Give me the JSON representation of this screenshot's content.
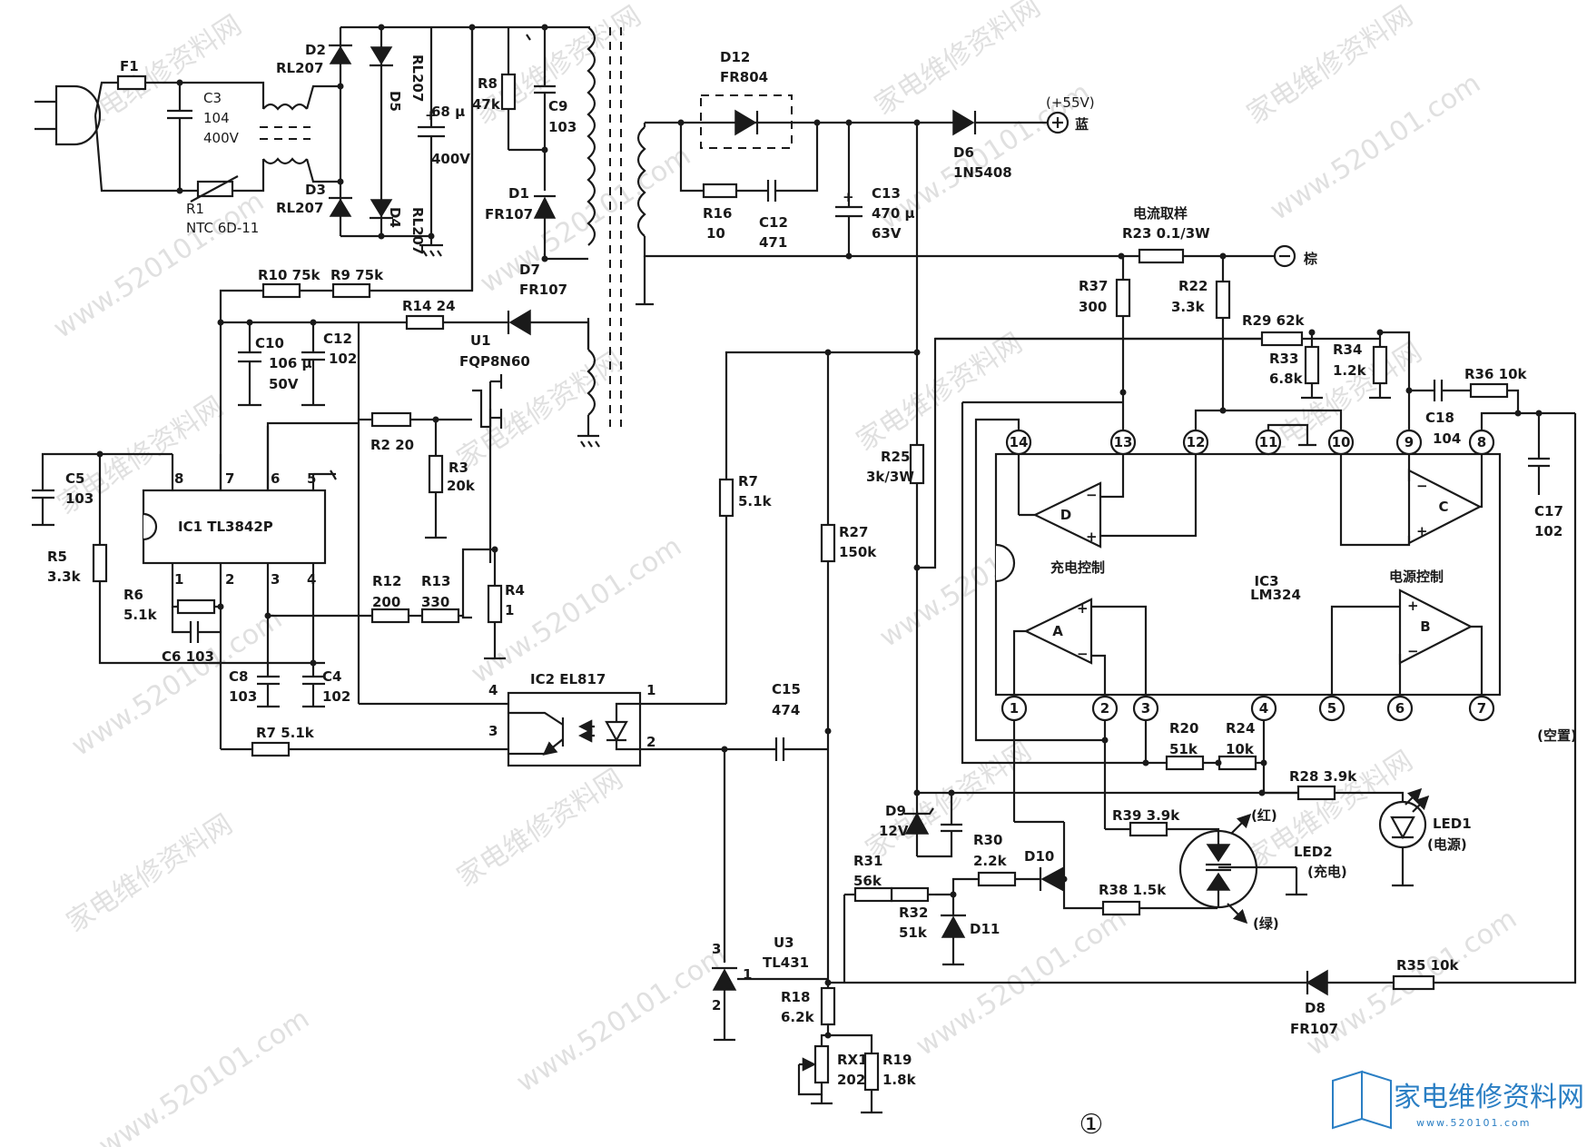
{
  "figure_number": "①",
  "watermark": {
    "chinese": "家电维修资料网",
    "url": "www.520101.com"
  },
  "brand": {
    "name": "家电维修资料网",
    "url": "www.520101.com"
  },
  "components": {
    "F1": "F1",
    "C3": [
      "C3",
      "104",
      "400V"
    ],
    "R1": [
      "R1",
      "NTC 6D-11"
    ],
    "D2": [
      "D2",
      "RL207"
    ],
    "D5": [
      "D5",
      "RL207"
    ],
    "D3": [
      "D3",
      "RL207"
    ],
    "D4": [
      "D4",
      "RL207"
    ],
    "C_bulk": [
      "68 μ",
      "400V"
    ],
    "R8": [
      "R8",
      "47k"
    ],
    "C9": [
      "C9",
      "103"
    ],
    "D1": [
      "D1",
      "FR107"
    ],
    "D12": [
      "D12",
      "FR804"
    ],
    "R16": [
      "R16",
      "10"
    ],
    "C12b": [
      "C12",
      "471"
    ],
    "C13": [
      "C13",
      "470 μ",
      "63V"
    ],
    "D6": [
      "D6",
      "1N5408"
    ],
    "out_pos": [
      "(+55V)",
      "蓝"
    ],
    "out_neg": "棕",
    "current_sense": "电流取样",
    "R23": "R23  0.1/3W",
    "R10": "R10  75k",
    "R9": "R9  75k",
    "R14": "R14  24",
    "D7": [
      "D7",
      "FR107"
    ],
    "C10": [
      "C10",
      "106 μ",
      "50V"
    ],
    "C12a": [
      "C12",
      "102"
    ],
    "U1": [
      "U1",
      "FQP8N60"
    ],
    "R2": "R2  20",
    "R3": [
      "R3",
      "20k"
    ],
    "R4": [
      "R4",
      "1"
    ],
    "C5": [
      "C5",
      "103"
    ],
    "R5": [
      "R5",
      "3.3k"
    ],
    "IC1": "IC1  TL3842P",
    "IC1_pins": [
      "1",
      "2",
      "3",
      "4",
      "5",
      "6",
      "7",
      "8"
    ],
    "R6": [
      "R6",
      "5.1k"
    ],
    "C6": "C6  103",
    "C8": [
      "C8",
      "103"
    ],
    "C4": [
      "C4",
      "102"
    ],
    "R12": [
      "R12",
      "200"
    ],
    "R13": [
      "R13",
      "330"
    ],
    "IC2": "IC2  EL817",
    "IC2_pins": [
      "1",
      "2",
      "3",
      "4"
    ],
    "R7a": "R7  5.1k",
    "R7b": [
      "R7",
      "5.1k"
    ],
    "C15": [
      "C15",
      "474"
    ],
    "R27": [
      "R27",
      "150k"
    ],
    "R25": [
      "R25",
      "3k/3W"
    ],
    "U3": [
      "U3",
      "TL431"
    ],
    "U3_pins": [
      "3",
      "1",
      "2"
    ],
    "R18": [
      "R18",
      "6.2k"
    ],
    "RX1": [
      "RX1",
      "202"
    ],
    "R19": [
      "R19",
      "1.8k"
    ],
    "R37": [
      "R37",
      "300"
    ],
    "R22": [
      "R22",
      "3.3k"
    ],
    "R29": "R29  62k",
    "R33": [
      "R33",
      "6.8k"
    ],
    "R34": [
      "R34",
      "1.2k"
    ],
    "C18": [
      "C18",
      "104"
    ],
    "R36": "R36  10k",
    "C17": [
      "C17",
      "102"
    ],
    "IC3": [
      "IC3",
      "LM324"
    ],
    "IC3_pins": [
      "1",
      "2",
      "3",
      "4",
      "5",
      "6",
      "7",
      "8",
      "9",
      "10",
      "11",
      "12",
      "13",
      "14"
    ],
    "opamps": [
      "A",
      "B",
      "C",
      "D"
    ],
    "charge_ctrl": "充电控制",
    "power_ctrl": "电源控制",
    "unused": "(空置)",
    "R20": [
      "R20",
      "51k"
    ],
    "R24": [
      "R24",
      "10k"
    ],
    "R28": "R28  3.9k",
    "LED1": [
      "LED1",
      "(电源)"
    ],
    "D9": [
      "D9",
      "12V"
    ],
    "R30": [
      "R30",
      "2.2k"
    ],
    "D10": "D10",
    "R39": "R39  3.9k",
    "red": "(红)",
    "LED2": [
      "LED2",
      "(充电)"
    ],
    "green": "(绿)",
    "R31": [
      "R31",
      "56k"
    ],
    "R32": [
      "R32",
      "51k"
    ],
    "D11": "D11",
    "R38": "R38  1.5k",
    "R35": "R35  10k",
    "D8": [
      "D8",
      "FR107"
    ]
  }
}
